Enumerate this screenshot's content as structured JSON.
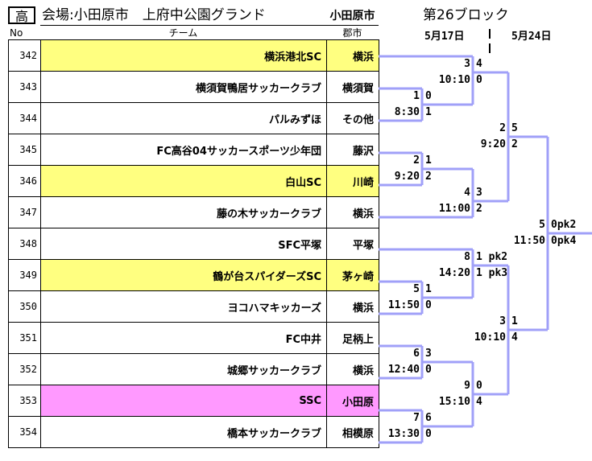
{
  "header": {
    "grade": "高",
    "venue": "会場:小田原市　上府中公園グランド",
    "venue_city": "小田原市",
    "block": "第26ブロック",
    "col_no": "No",
    "col_team": "チーム",
    "col_city": "郡市",
    "date1": "5月17日",
    "date2": "5月24日"
  },
  "teams": [
    {
      "no": "342",
      "name": "横浜港北SC",
      "city": "横浜",
      "hl": "yellow"
    },
    {
      "no": "343",
      "name": "横須賀鴨居サッカークラブ",
      "city": "横須賀",
      "hl": ""
    },
    {
      "no": "344",
      "name": "パルみずほ",
      "city": "その他",
      "hl": ""
    },
    {
      "no": "345",
      "name": "FC高谷04サッカースポーツ少年団",
      "city": "藤沢",
      "hl": ""
    },
    {
      "no": "346",
      "name": "白山SC",
      "city": "川崎",
      "hl": "yellow"
    },
    {
      "no": "347",
      "name": "藤の木サッカークラブ",
      "city": "横浜",
      "hl": ""
    },
    {
      "no": "348",
      "name": "SFC平塚",
      "city": "平塚",
      "hl": ""
    },
    {
      "no": "349",
      "name": "鶴が台スパイダーズSC",
      "city": "茅ヶ崎",
      "hl": "yellow"
    },
    {
      "no": "350",
      "name": "ヨコハマキッカーズ",
      "city": "横浜",
      "hl": ""
    },
    {
      "no": "351",
      "name": "FC中井",
      "city": "足柄上",
      "hl": ""
    },
    {
      "no": "352",
      "name": "城郷サッカークラブ",
      "city": "横浜",
      "hl": ""
    },
    {
      "no": "353",
      "name": "SSC",
      "city": "小田原",
      "hl": "pink"
    },
    {
      "no": "354",
      "name": "橋本サッカークラブ",
      "city": "相模原",
      "hl": ""
    }
  ],
  "matches": [
    {
      "num": "3",
      "time": "10:10",
      "s1": "4",
      "s2": "0"
    },
    {
      "num": "1",
      "time": "8:30",
      "s1": "0",
      "s2": "1"
    },
    {
      "num": "2",
      "time": "9:20",
      "s1": "1",
      "s2": "2"
    },
    {
      "num": "4",
      "time": "11:00",
      "s1": "3",
      "s2": "2"
    },
    {
      "num": "2",
      "time": "9:20",
      "s1": "5",
      "s2": "2"
    },
    {
      "num": "5",
      "time": "11:50",
      "s1": "0pk2",
      "s2": "0pk4"
    },
    {
      "num": "8",
      "time": "14:20",
      "s1": "1 pk2",
      "s2": "1 pk3"
    },
    {
      "num": "5",
      "time": "11:50",
      "s1": "1",
      "s2": "0"
    },
    {
      "num": "3",
      "time": "10:10",
      "s1": "1",
      "s2": "4"
    },
    {
      "num": "6",
      "time": "12:40",
      "s1": "3",
      "s2": "0"
    },
    {
      "num": "9",
      "time": "15:10",
      "s1": "0",
      "s2": "4"
    },
    {
      "num": "7",
      "time": "13:30",
      "s1": "6",
      "s2": "0"
    }
  ],
  "colors": {
    "bracket": "#a0a0f8",
    "yellow": "#ffff80",
    "pink": "#ff99ff"
  }
}
